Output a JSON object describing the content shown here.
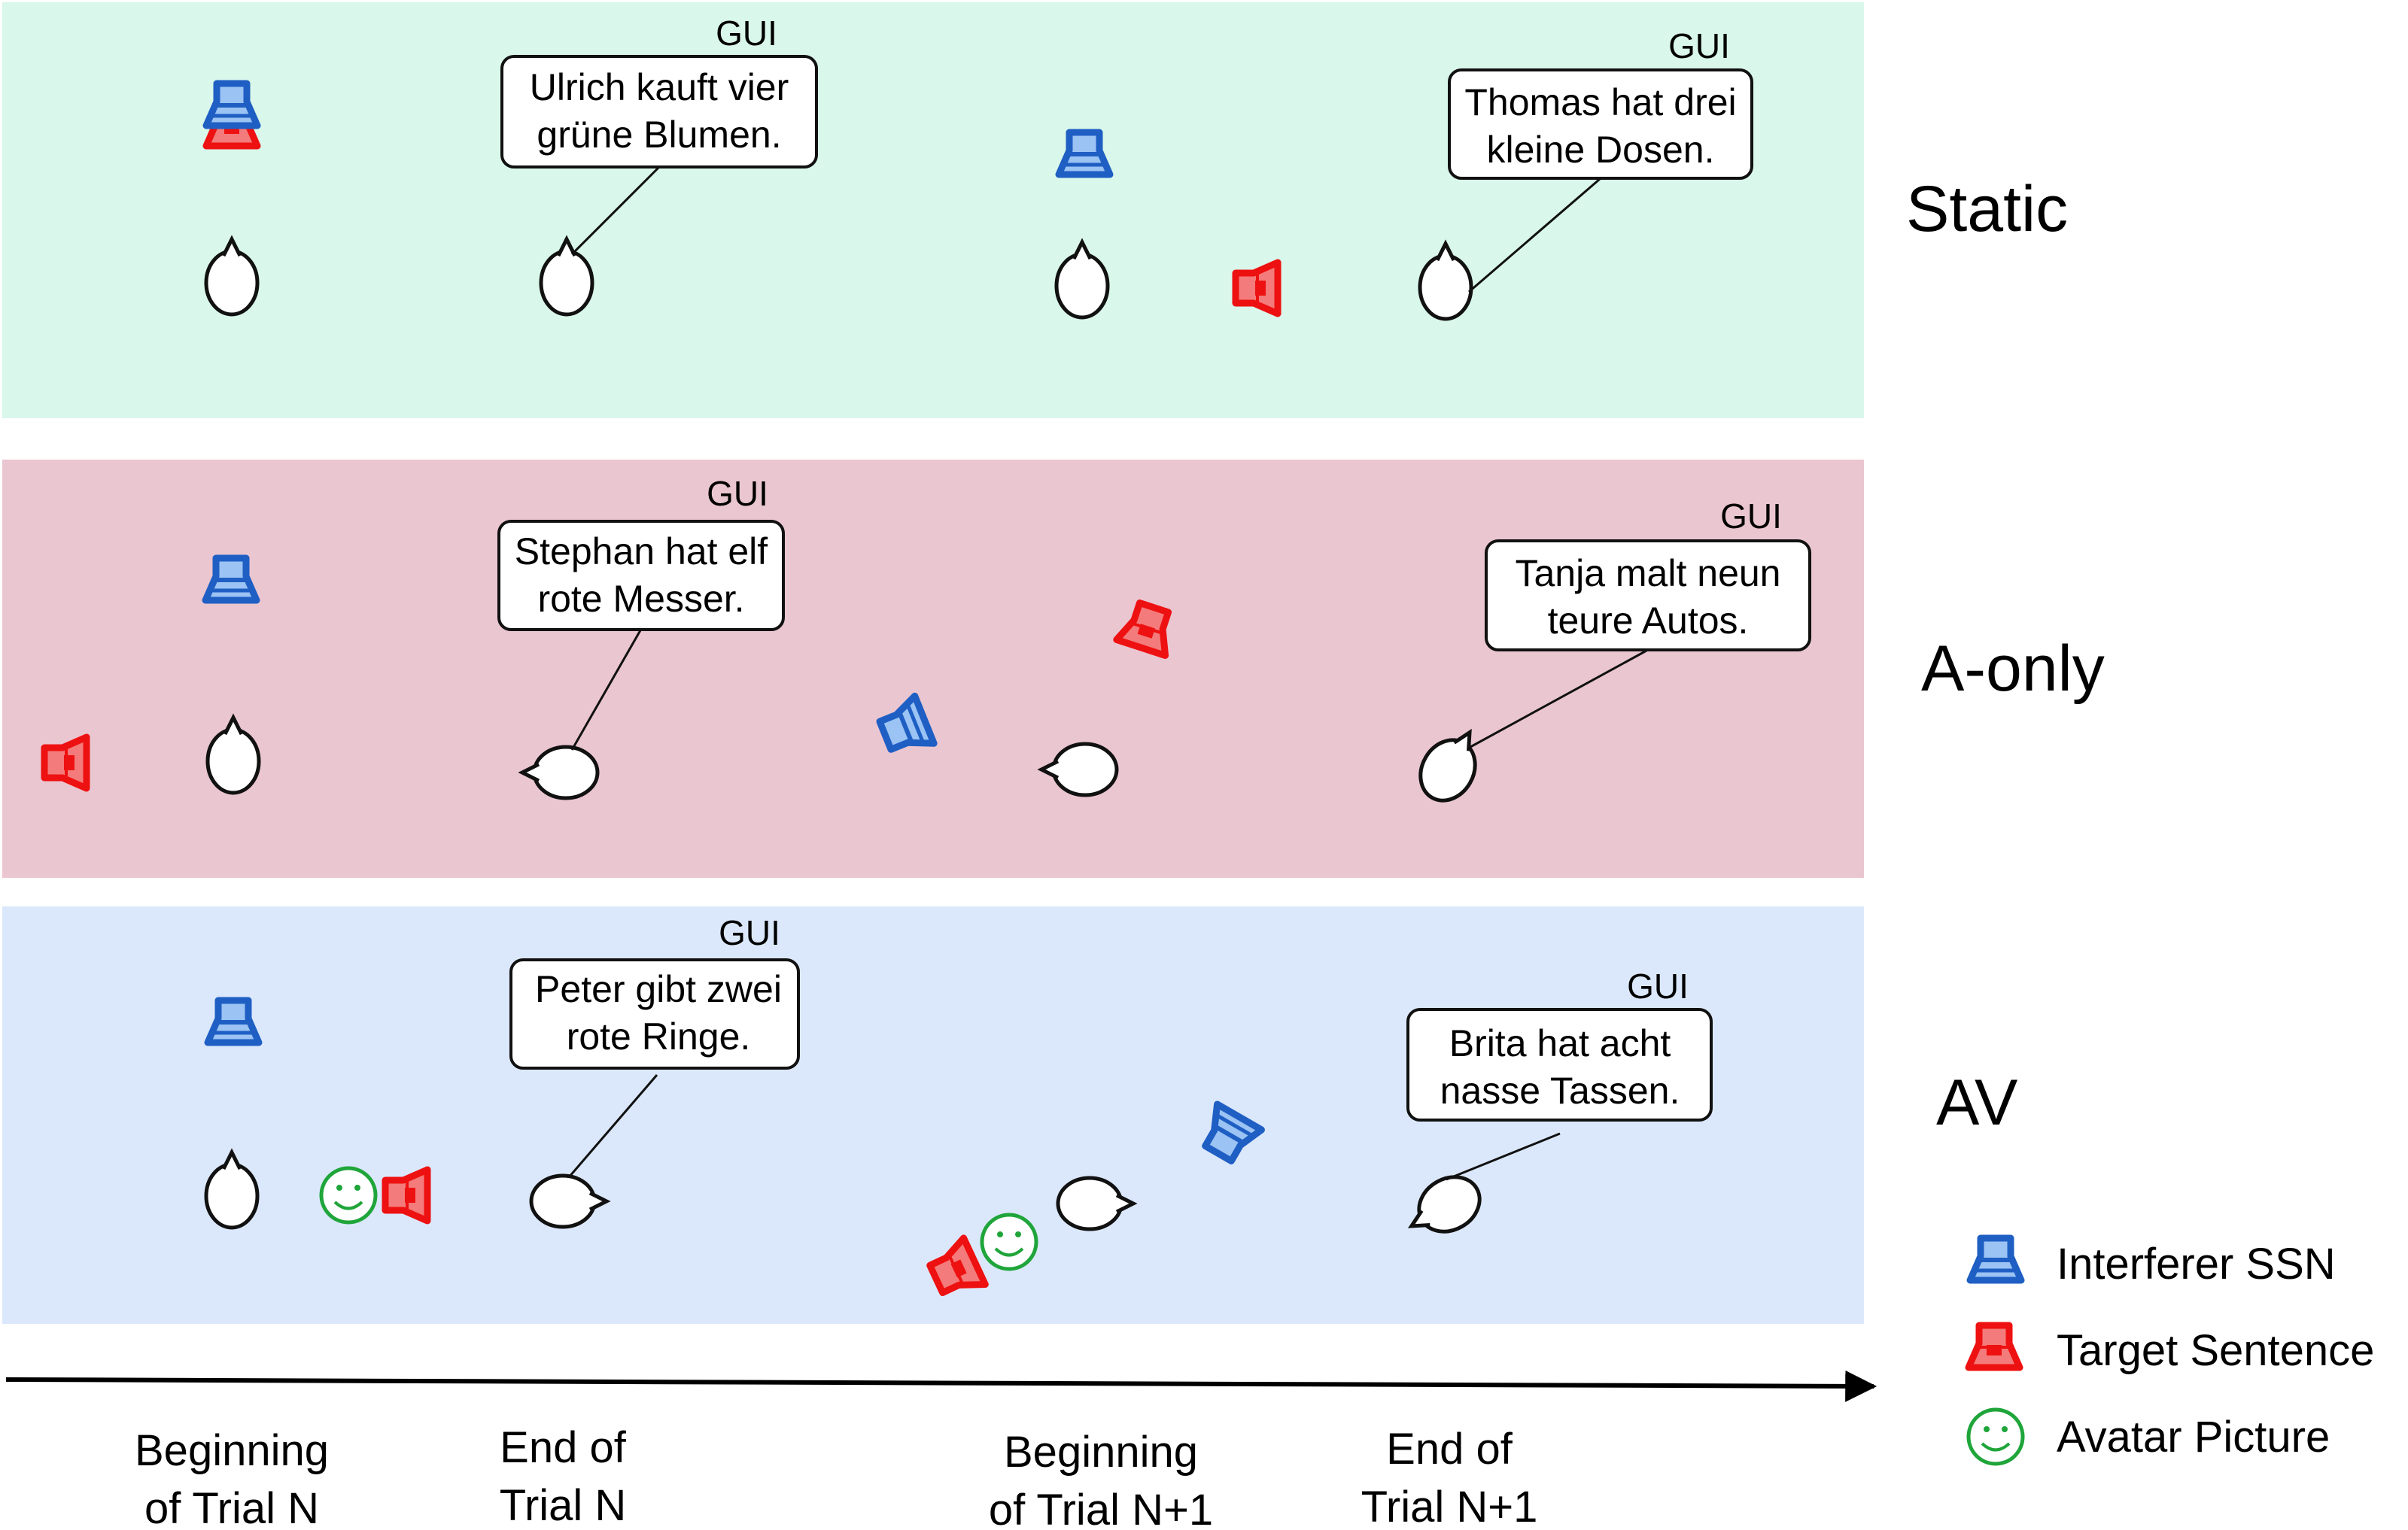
{
  "colors": {
    "static_bg": "#d9f7ea",
    "aonly_bg": "#eac6d1",
    "av_bg": "#dbe8fb",
    "interferer": "#1f5fc4",
    "interferer_light": "#9bc3f3",
    "target": "#ee1111",
    "target_light": "#f47b7b",
    "avatar": "#1fa53a",
    "outline": "#111111"
  },
  "panels": [
    {
      "id": "static",
      "label": "Static",
      "bubbles": [
        {
          "gui": "GUI",
          "lines": [
            "Ulrich kauft vier",
            "grüne Blumen."
          ]
        },
        {
          "gui": "GUI",
          "lines": [
            "Thomas hat drei",
            "kleine Dosen."
          ]
        }
      ]
    },
    {
      "id": "aonly",
      "label": "A-only",
      "bubbles": [
        {
          "gui": "GUI",
          "lines": [
            "Stephan hat elf",
            "rote Messer."
          ]
        },
        {
          "gui": "GUI",
          "lines": [
            "Tanja malt neun",
            "teure Autos."
          ]
        }
      ]
    },
    {
      "id": "av",
      "label": "AV",
      "bubbles": [
        {
          "gui": "GUI",
          "lines": [
            "Peter gibt zwei",
            "rote Ringe."
          ]
        },
        {
          "gui": "GUI",
          "lines": [
            "Brita hat acht",
            "nasse Tassen."
          ]
        }
      ]
    }
  ],
  "timeline": [
    [
      "Beginning",
      "of Trial N"
    ],
    [
      "End of",
      "Trial N"
    ],
    [
      "Beginning",
      "of Trial N+1"
    ],
    [
      "End of",
      "Trial N+1"
    ]
  ],
  "legend": [
    {
      "icon": "interferer-speaker-icon",
      "label": "Interferer SSN"
    },
    {
      "icon": "target-speaker-icon",
      "label": "Target Sentence"
    },
    {
      "icon": "avatar-smiley-icon",
      "label": "Avatar Picture"
    }
  ]
}
